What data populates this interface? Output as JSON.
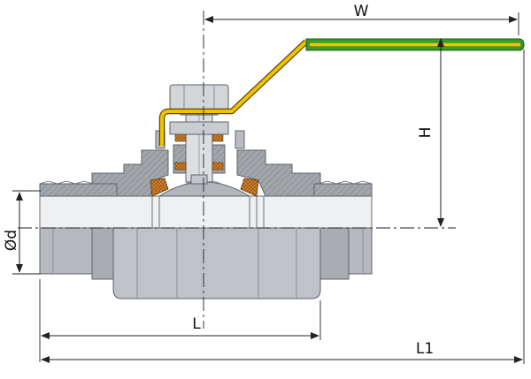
{
  "dimensions": {
    "width_label": "W",
    "height_label": "H",
    "length_label": "L",
    "overall_length_label": "L1",
    "diameter_label": "Ød"
  },
  "colors": {
    "handle_yellow": "#f2c200",
    "handle_green": "#3a9a2a",
    "seal_orange": "#d9892e",
    "steel_section": "#9ea3a9",
    "steel_body": "#b9bcc0",
    "steel_light": "#d6d8db",
    "dimension_line": "#222222"
  }
}
